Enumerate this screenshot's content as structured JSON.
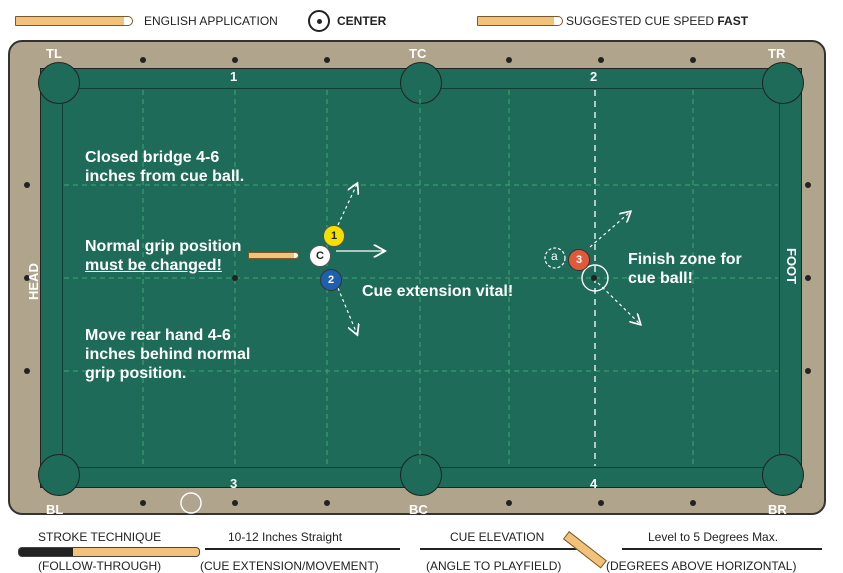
{
  "header": {
    "english_label": "ENGLISH APPLICATION",
    "english_value": "CENTER",
    "speed_label": "SUGGESTED CUE SPEED",
    "speed_value": "FAST"
  },
  "pockets": {
    "tl": "TL",
    "tc": "TC",
    "tr": "TR",
    "bl": "BL",
    "bc": "BC",
    "br": "BR"
  },
  "sides": {
    "head": "HEAD",
    "foot": "FOOT"
  },
  "grid_numbers": {
    "n1": "1",
    "n2": "2",
    "n3": "3",
    "n4": "4"
  },
  "balls": {
    "ball1": "1",
    "ball2": "2",
    "ball3": "3",
    "cue_ball": "C",
    "ghost": "a"
  },
  "notes": {
    "bridge": "Closed bridge 4-6 inches from cue ball.",
    "grip_a": "Normal grip position ",
    "grip_b": "must be changed!",
    "rear_hand": "Move rear hand 4-6 inches behind normal grip position.",
    "cue_extension": "Cue extension vital!",
    "finish_zone": "Finish zone for cue ball!"
  },
  "footer": {
    "stroke_label": "STROKE TECHNIQUE",
    "stroke_sub": "(FOLLOW-THROUGH)",
    "stroke_value": "10-12 Inches Straight",
    "stroke_value_sub": "(CUE EXTENSION/MOVEMENT)",
    "elev_label": "CUE ELEVATION",
    "elev_sub": "(ANGLE TO PLAYFIELD)",
    "elev_value": "Level to 5 Degrees Max.",
    "elev_value_sub": "(DEGREES ABOVE HORIZONTAL)"
  },
  "colors": {
    "felt": "#1d6b58",
    "rail": "#1d6b58",
    "frame": "#b1a48d",
    "pocket": "#1d6b58",
    "ball1": "#f4e000",
    "ball2": "#1f5fb0",
    "ball3": "#e05a3a",
    "cue_tip": "#f3c27a"
  }
}
